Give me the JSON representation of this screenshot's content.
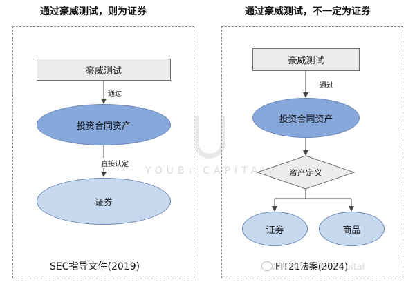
{
  "left": {
    "heading": "通过豪威测试，则为证券",
    "box": "豪威测试",
    "arrow1_label": "通过",
    "contract": "投资合同资产",
    "arrow2_label": "直接认定",
    "security": "证券",
    "caption": "SEC指导文件(2019)"
  },
  "right": {
    "heading": "通过豪威测试，不一定为证券",
    "box": "豪威测试",
    "arrow1_label": "通过",
    "contract": "投资合同资产",
    "diamond": "资产定义",
    "security": "证券",
    "commodity": "商品",
    "caption": "FIT21法案(2024)"
  },
  "watermark": "YOUBI CAPITAL",
  "source_text": "公众号 · Youbi Capital"
}
